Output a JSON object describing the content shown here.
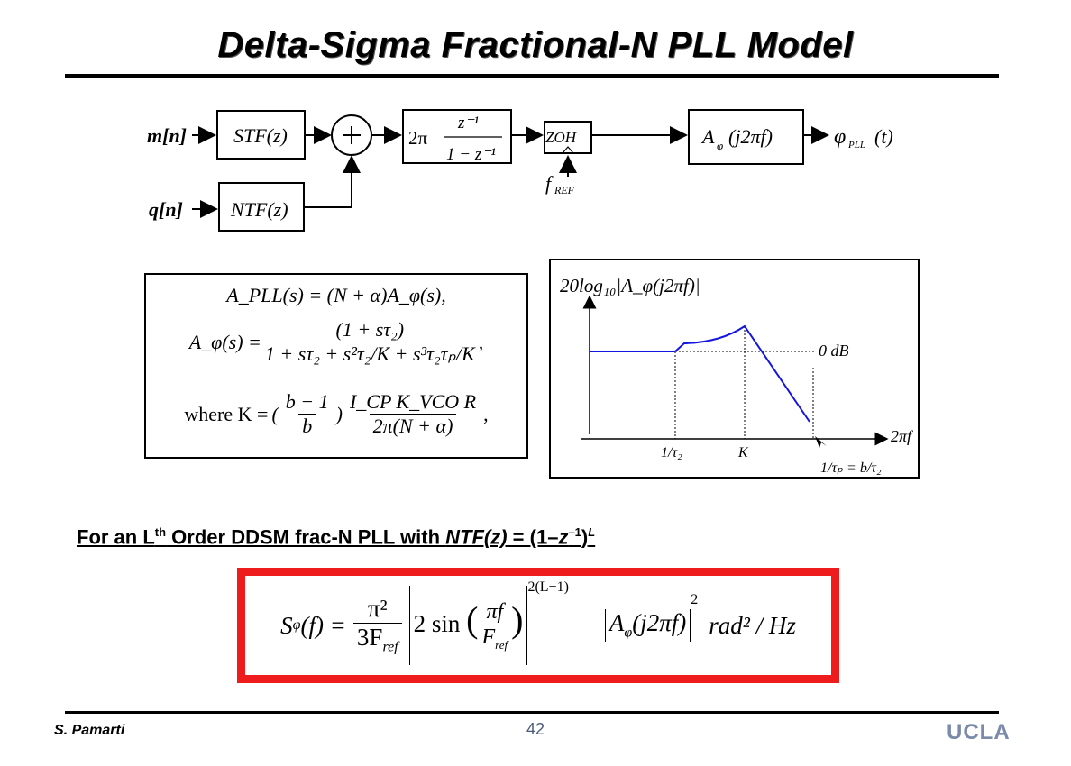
{
  "slide": {
    "title": "Delta-Sigma Fractional-N PLL Model",
    "author": "S. Pamarti",
    "page_number": "42",
    "logo_text": "UCLA"
  },
  "block_diagram": {
    "input_m": "m[n]",
    "input_q": "q[n]",
    "stf": "STF(z)",
    "ntf": "NTF(z)",
    "summer": "+",
    "integrator_gain": "2π",
    "integrator_num": "z⁻¹",
    "integrator_den": "1 − z⁻¹",
    "zoh": "ZOH",
    "clock": "f",
    "clock_sub": "REF",
    "aphi": "A",
    "aphi_sub": "φ",
    "aphi_arg": "(j2πf)",
    "output": "φ",
    "output_sub": "PLL",
    "output_arg": "(t)"
  },
  "equations": {
    "line1": "A_PLL(s) = (N + α)A_φ(s),",
    "aphi_lhs": "A_φ(s) =",
    "aphi_num": "(1 + sτ₂)",
    "aphi_den": "1 + sτ₂ + s²τ₂/K + s³τ₂τₚ/K",
    "where": "where K =",
    "k_num1": "b − 1",
    "k_den1": "b",
    "k_num2": "I_CP K_VCO R",
    "k_den2": "2π(N + α)"
  },
  "graph": {
    "ylabel": "20log₁₀|A_φ(j2πf)|",
    "xlabel": "2πf",
    "ref_label": "0 dB",
    "tick1": "1/τ₂",
    "tick2": "K",
    "tick3": "1/τₚ = b/τ₂",
    "line_color": "#1515e0"
  },
  "result": {
    "heading": "For an L",
    "heading_sup": "th",
    "heading_rest": " Order DDSM frac-N PLL with ",
    "heading_ntf": "NTF(z)",
    "heading_eq": " = (1–",
    "heading_z": "z",
    "heading_zexp": "–1",
    "heading_close": ")",
    "heading_L": "L",
    "lhs": "S",
    "lhs_sub": "φ",
    "lhs_arg": "(f) =",
    "frac_num": "π²",
    "frac_den": "3F",
    "frac_den_sub": "ref",
    "sin_part": "2 sin",
    "pf_num": "πf",
    "pf_den": "F",
    "pf_den_sub": "ref",
    "exponent": "2(L−1)",
    "aphi": "A",
    "aphi_sub": "φ",
    "aphi_arg": "(j2πf)",
    "sq": "2",
    "units": "rad² / Hz",
    "border_color": "#ee1c1c"
  }
}
